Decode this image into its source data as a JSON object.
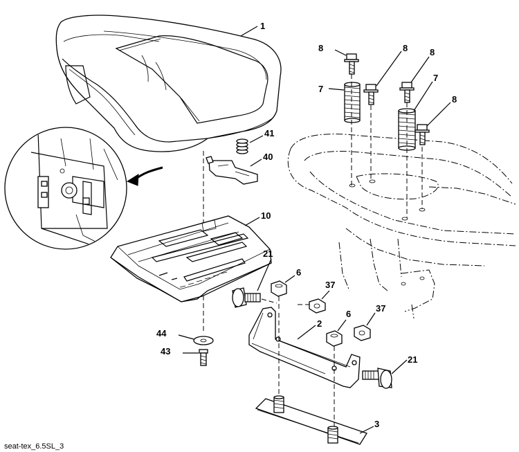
{
  "diagram": {
    "reference_code": "seat-tex_6.5SL_3",
    "callouts": {
      "seat": "1",
      "bracket": "2",
      "base_plate": "3",
      "nut_left": "6",
      "nut_right": "6",
      "spring_left": "7",
      "spring_right": "7",
      "bolt_a": "8",
      "bolt_b": "8",
      "bolt_c": "8",
      "bolt_d": "8",
      "seat_pan": "10",
      "knob_left": "21",
      "knob_right": "21",
      "locknut_left": "37",
      "locknut_right": "37",
      "latch": "40",
      "small_spring": "41",
      "screw": "43",
      "washer": "44"
    }
  }
}
